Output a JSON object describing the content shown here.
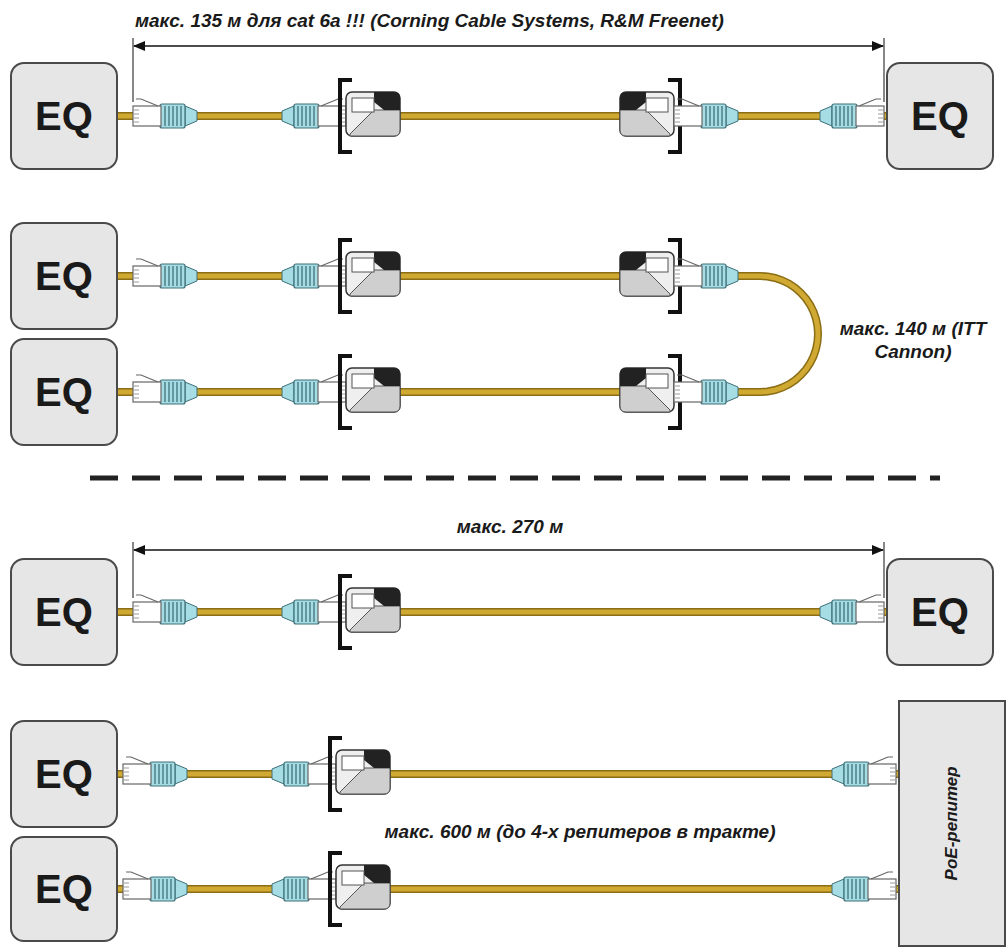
{
  "diagram": {
    "nodes": [
      {
        "text": [
          "EQ"
        ]
      },
      {
        "text": [
          "EQ"
        ]
      },
      {
        "text": [
          "EQ"
        ]
      },
      {
        "text": [
          "EQ"
        ]
      },
      {
        "text": [
          "EQ"
        ]
      },
      {
        "text": [
          "EQ"
        ]
      },
      {
        "text": [
          "EQ"
        ]
      },
      {
        "text": [
          "EQ"
        ]
      },
      {
        "text": [
          "PoE-репитер"
        ]
      }
    ],
    "edges": [
      {
        "from": 0,
        "to": 1,
        "arrow": "none"
      },
      {
        "from": 2,
        "to": 3,
        "arrow": "none"
      },
      {
        "from": 4,
        "to": 5,
        "arrow": "none"
      },
      {
        "from": 6,
        "to": 8,
        "arrow": "none"
      },
      {
        "from": 7,
        "to": 8,
        "arrow": "none"
      }
    ],
    "labels": [
      "макс. 135 м для cat 6a !!! (Corning Cable Systems, R&M Freenet)",
      "макс. 140 м (ITT Cannon)",
      "макс. 270 м",
      "макс. 600 м (до 4-х репитеров в тракте)"
    ]
  }
}
